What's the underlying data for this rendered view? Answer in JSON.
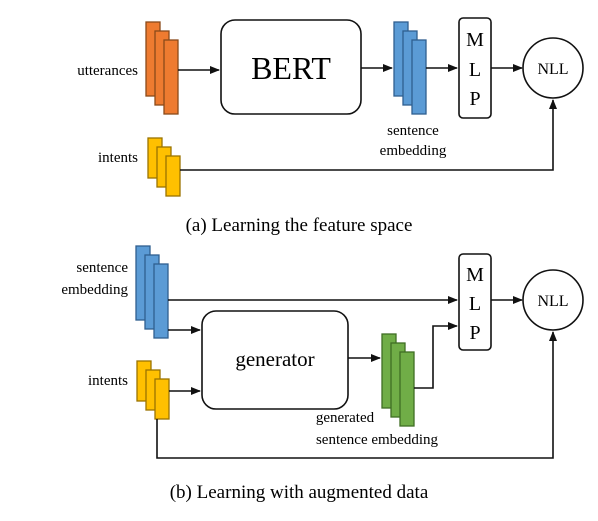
{
  "panel_a": {
    "input_top": "utterances",
    "input_bottom": "intents",
    "encoder": "BERT",
    "mlp": [
      "M",
      "L",
      "P"
    ],
    "loss": "NLL",
    "embedding_label_1": "sentence",
    "embedding_label_2": "embedding",
    "caption": "(a) Learning the feature space"
  },
  "panel_b": {
    "input_top_1": "sentence",
    "input_top_2": "embedding",
    "input_bottom": "intents",
    "generator": "generator",
    "mlp": [
      "M",
      "L",
      "P"
    ],
    "loss": "NLL",
    "generated_label_1": "generated",
    "generated_label_2": "sentence embedding",
    "caption": "(b) Learning with augmented data"
  },
  "colors": {
    "orange": "#ee7b30",
    "blue": "#5b9bd5",
    "yellow": "#ffc000",
    "green": "#70ad47",
    "stroke": "#111111"
  }
}
